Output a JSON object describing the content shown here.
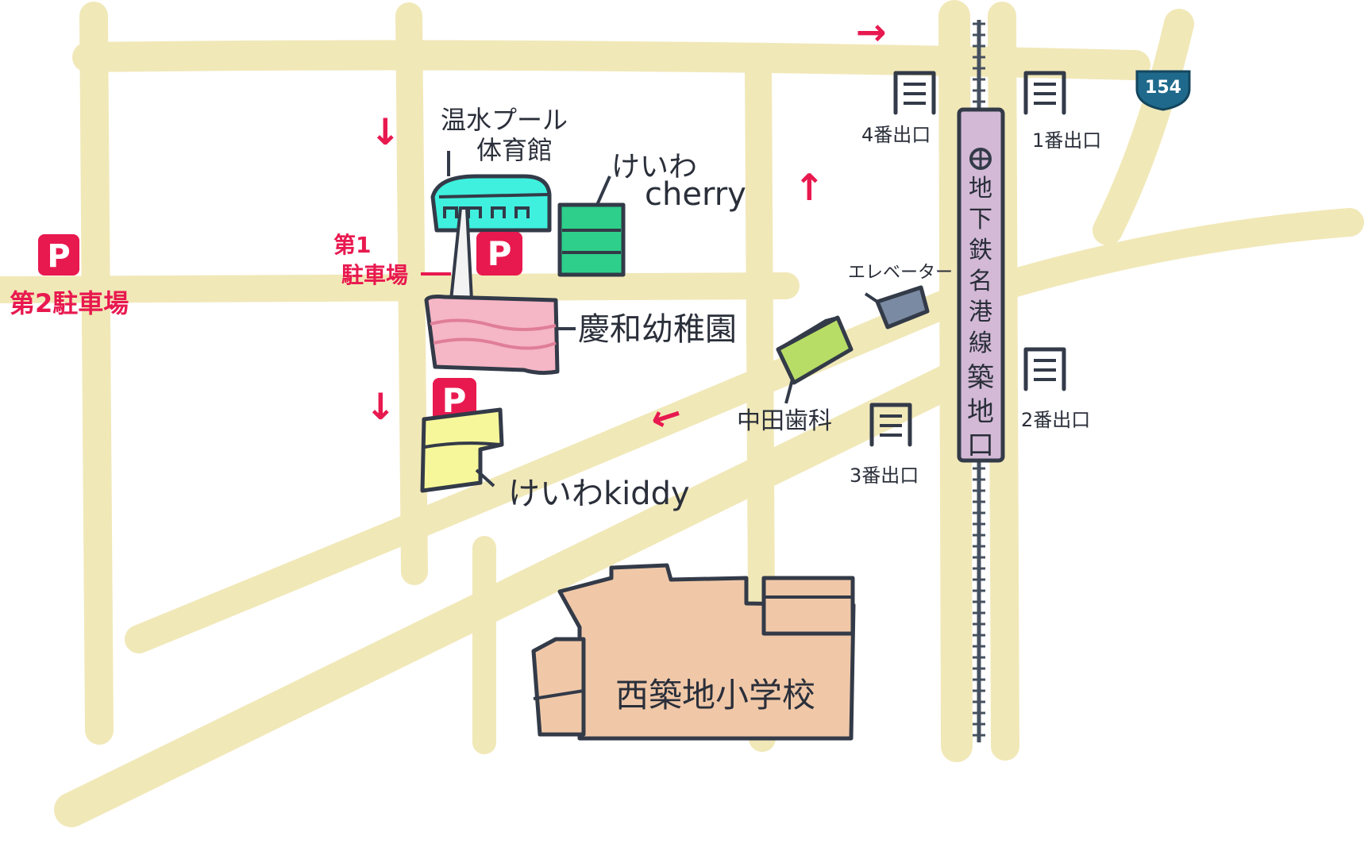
{
  "colors": {
    "road": "#f1e8b8",
    "accent": "#e8194f",
    "ink": "#333a48",
    "pool": "#3ff0de",
    "cherry": "#2ecf8a",
    "kindergarten": "#f5b6c6",
    "kiddy": "#f6f79a",
    "dental": "#b8dd66",
    "school": "#f0c8a8",
    "station": "#d3b9d6",
    "elevator": "#7b8aa3",
    "route_sign": "#1f6a8c"
  },
  "labels": {
    "pool_line1": "温水プール",
    "pool_line2": "体育館",
    "cherry_line1": "けいわ",
    "cherry_line2": "cherry",
    "kindergarten": "慶和幼稚園",
    "kiddy": "けいわkiddy",
    "dental": "中田歯科",
    "elevator": "エレベーター",
    "school": "西築地小学校"
  },
  "parking": {
    "symbol": "P",
    "lot1_line1": "第1",
    "lot1_line2": "駐車場",
    "lot2": "第2駐車場"
  },
  "station": {
    "name_chars": [
      "地",
      "下",
      "鉄",
      "名",
      "港",
      "線",
      "築",
      "地",
      "口"
    ]
  },
  "exits": {
    "exit1": "1番出口",
    "exit2": "2番出口",
    "exit3": "3番出口",
    "exit4": "4番出口"
  },
  "route": {
    "number": "154"
  },
  "arrows": {
    "right": "→",
    "down": "↓",
    "up": "↑",
    "left": "←"
  },
  "icons": [
    "subway-logo-icon",
    "stairs-icon",
    "parking-icon",
    "route-shield-icon",
    "elevator-icon"
  ]
}
